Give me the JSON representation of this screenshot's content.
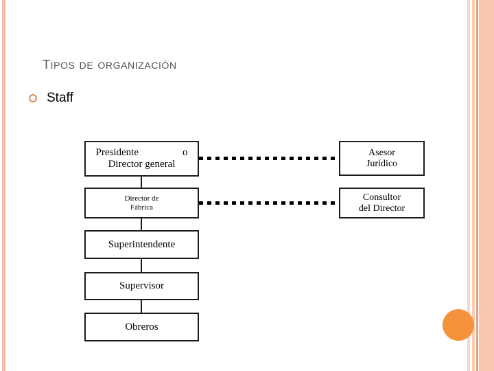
{
  "slide": {
    "title": "Tipos de organización",
    "bullets": [
      {
        "marker": "circle-bullet-icon",
        "text": "Staff"
      }
    ],
    "accent_color": "#f6913c",
    "stripe_color": "#f9c6ae",
    "title_color": "#4d5256"
  },
  "diagram": {
    "type": "organizational-chart",
    "nodes": {
      "presidente": {
        "line1_left": "Presidente",
        "line1_right": "o",
        "line2": "Director general"
      },
      "director_fabrica": {
        "line1": "Director de",
        "line2": "Fábrica"
      },
      "superintendente": {
        "line1": "Superintendente",
        "line2": ""
      },
      "supervisor": {
        "line1": "Supervisor",
        "line2": ""
      },
      "obreros": {
        "line1": "Obreros",
        "line2": ""
      },
      "asesor_juridico": {
        "line1": "Asesor",
        "line2": "Jurídico"
      },
      "consultor_director": {
        "line1": "Consultor",
        "line2": "del Director"
      }
    },
    "connections": [
      {
        "from": "presidente",
        "to": "director_fabrica",
        "style": "solid"
      },
      {
        "from": "director_fabrica",
        "to": "superintendente",
        "style": "solid"
      },
      {
        "from": "superintendente",
        "to": "supervisor",
        "style": "solid"
      },
      {
        "from": "supervisor",
        "to": "obreros",
        "style": "solid"
      },
      {
        "from": "presidente",
        "to": "asesor_juridico",
        "style": "dashed"
      },
      {
        "from": "director_fabrica",
        "to": "consultor_director",
        "style": "dashed"
      }
    ]
  }
}
